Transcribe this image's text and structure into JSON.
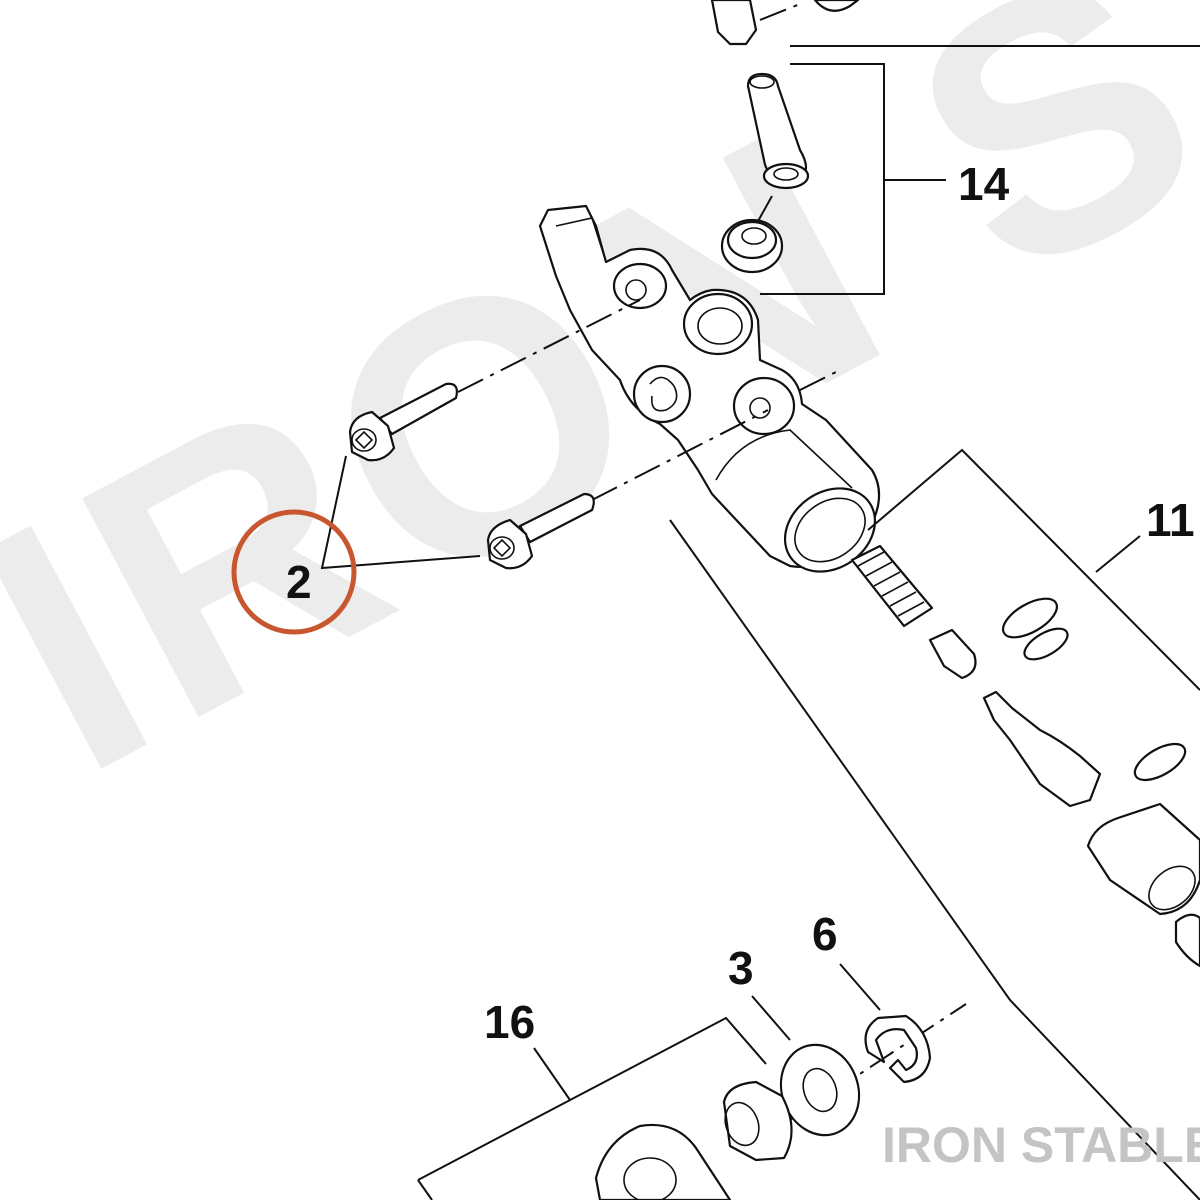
{
  "watermark": {
    "text": "IRON S"
  },
  "brand": {
    "text": "IRON STABLE"
  },
  "callouts": {
    "part_2": "2",
    "part_3": "3",
    "part_6": "6",
    "part_11": "11",
    "part_14": "14",
    "part_16": "16"
  },
  "highlight": {
    "target": "part_2",
    "color": "#c8562f"
  }
}
